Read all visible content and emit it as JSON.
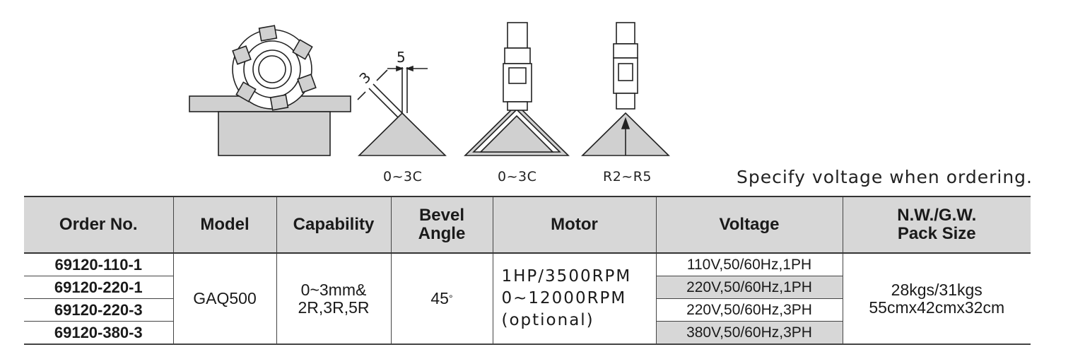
{
  "figures": {
    "dimension_top": "5",
    "dimension_side": "3",
    "labels": [
      "0~3C",
      "0~3C",
      "R2~R5"
    ]
  },
  "note": "Specify voltage when ordering.",
  "table": {
    "headers": {
      "order_no": "Order No.",
      "model": "Model",
      "capability": "Capability",
      "bevel_angle_line1": "Bevel",
      "bevel_angle_line2": "Angle",
      "motor": "Motor",
      "voltage": "Voltage",
      "nwgw_line1": "N.W./G.W.",
      "nwgw_line2": "Pack Size"
    },
    "order_numbers": [
      "69120-110-1",
      "69120-220-1",
      "69120-220-3",
      "69120-380-3"
    ],
    "model": "GAQ500",
    "capability_line1": "0~3mm&",
    "capability_line2": "2R,3R,5R",
    "bevel_angle": "45",
    "bevel_unit": "°",
    "motor_line1": "1HP/3500RPM",
    "motor_line2": "0~12000RPM",
    "motor_line3": "(optional)",
    "voltages": [
      "110V,50/60Hz,1PH",
      "220V,50/60Hz,1PH",
      "220V,50/60Hz,3PH",
      "380V,50/60Hz,3PH"
    ],
    "weight": "28kgs/31kgs",
    "pack_size": "55cmx42cmx32cm"
  }
}
